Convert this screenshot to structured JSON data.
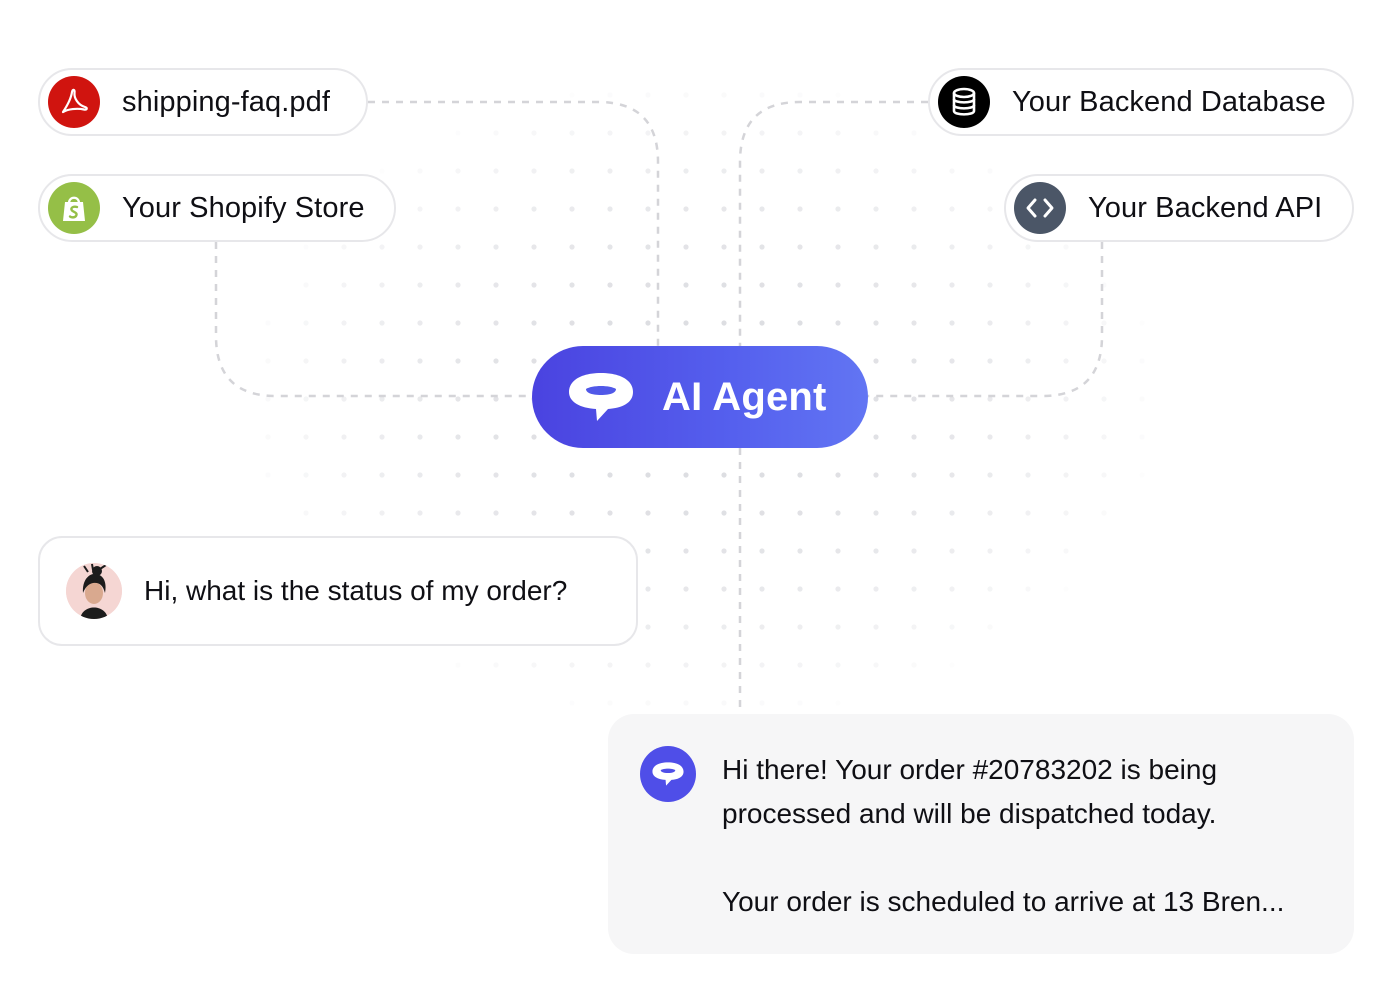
{
  "sources": {
    "pdf": {
      "label": "shipping-faq.pdf",
      "icon": "acrobat-pdf-icon",
      "color": "#d0140f"
    },
    "shopify": {
      "label": "Your Shopify Store",
      "icon": "shopify-bag-icon",
      "color": "#95bf47"
    },
    "database": {
      "label": "Your Backend Database",
      "icon": "database-icon",
      "color": "#000000"
    },
    "api": {
      "label": "Your Backend API",
      "icon": "code-brackets-icon",
      "color": "#4b5667"
    }
  },
  "agent": {
    "label": "AI Agent",
    "icon": "speech-bubble-icon",
    "gradient": [
      "#4a43e0",
      "#6275f3"
    ]
  },
  "conversation": {
    "user_message": "Hi, what is the status of my order?",
    "agent_reply": {
      "line1": "Hi there! Your order #20783202 is being",
      "line2": "processed and will be dispatched today.",
      "line3": "Your order is scheduled to arrive at 13 Bren..."
    }
  }
}
